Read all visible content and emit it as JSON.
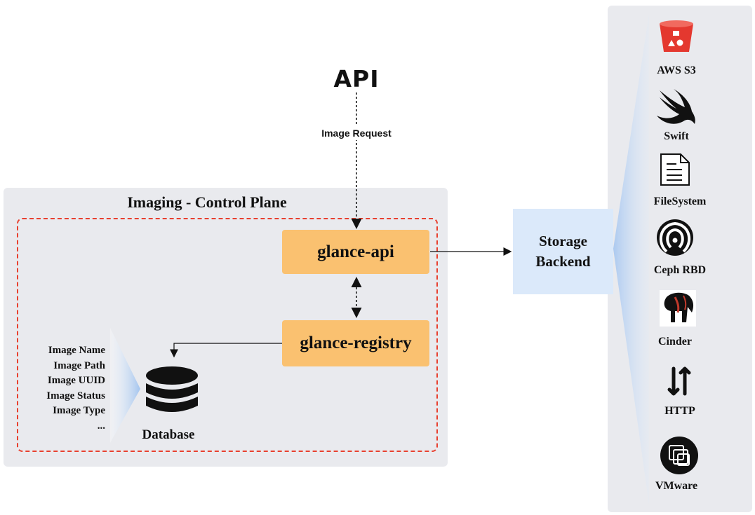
{
  "api": {
    "title": "API"
  },
  "request": {
    "label": "Image Request"
  },
  "control_plane": {
    "title": "Imaging - Control Plane",
    "api_service": "glance-api",
    "registry_service": "glance-registry",
    "database": {
      "label": "Database",
      "fields": [
        "Image Name",
        "Image Path",
        "Image UUID",
        "Image Status",
        "Image Type",
        "..."
      ]
    }
  },
  "storage": {
    "line1": "Storage",
    "line2": "Backend"
  },
  "backends": [
    {
      "label": "AWS S3",
      "icon": "aws-s3-icon"
    },
    {
      "label": "Swift",
      "icon": "swift-icon"
    },
    {
      "label": "FileSystem",
      "icon": "file-icon"
    },
    {
      "label": "Ceph RBD",
      "icon": "ceph-icon"
    },
    {
      "label": "Cinder",
      "icon": "cinder-icon"
    },
    {
      "label": "HTTP",
      "icon": "http-arrows-icon"
    },
    {
      "label": "VMware",
      "icon": "vmware-icon"
    }
  ],
  "colors": {
    "service_fill": "#fac170",
    "dashed_border": "#e8402f",
    "panel": "#e9eaee",
    "storage_fill": "#dbe9fa",
    "aws_red": "#e4382f"
  }
}
